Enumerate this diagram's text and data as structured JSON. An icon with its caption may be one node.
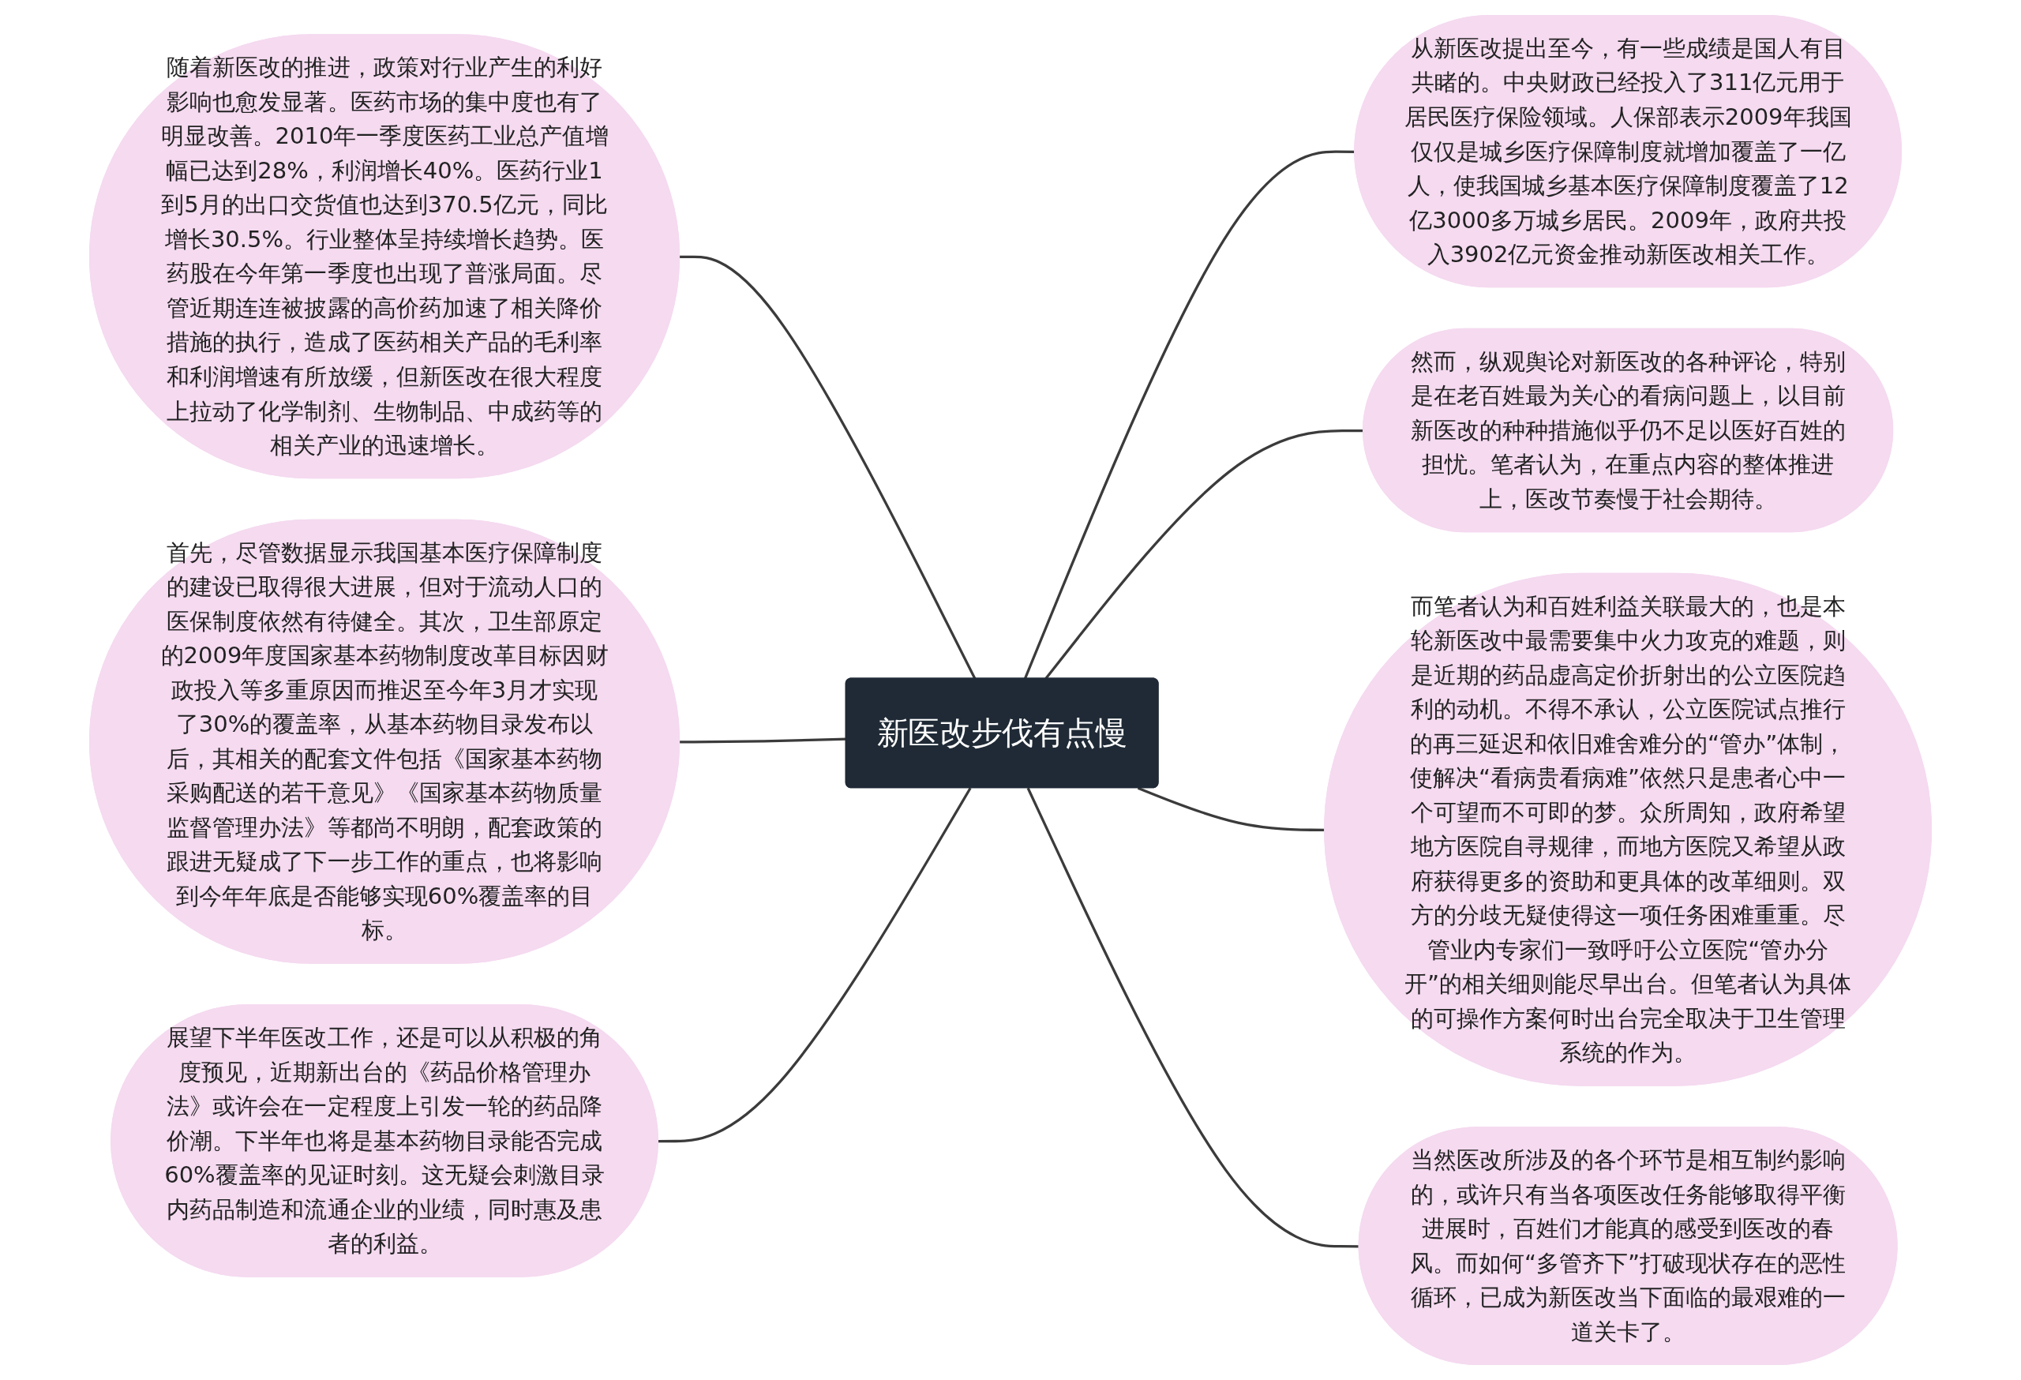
{
  "diagram": {
    "nodes": [
      {
        "text": [
          "新医改步伐有点慢"
        ]
      },
      {
        "text": [
          "随着新医改的推进，政策对行业产生的利好影响也愈发显著。医药市场的集中度也有了明显改善。2010年一季度医药工业总产值增幅已达到28%，利润增长40%。医药行业1到5月的出口交货值也达到370.5亿元，同比增长30.5%。行业整体呈持续增长趋势。医药股在今年第一季度也出现了普涨局面。尽管近期连连被披露的高价药加速了相关降价措施的执行，造成了医药相关产品的毛利率和利润增速有所放缓，但新医改在很大程度上拉动了化学制剂、生物制品、中成药等的相关产业的迅速增长。"
        ]
      },
      {
        "text": [
          "首先，尽管数据显示我国基本医疗保障制度的建设已取得很大进展，但对于流动人口的医保制度依然有待健全。其次，卫生部原定的2009年度国家基本药物制度改革目标因财政投入等多重原因而推迟至今年3月才实现了30%的覆盖率，从基本药物目录发布以后，其相关的配套文件包括《国家基本药物采购配送的若干意见》《国家基本药物质量监督管理办法》等都尚不明朗，配套政策的跟进无疑成了下一步工作的重点，也将影响到今年年底是否能够实现60%覆盖率的目标。"
        ]
      },
      {
        "text": [
          "展望下半年医改工作，还是可以从积极的角度预见，近期新出台的《药品价格管理办法》或许会在一定程度上引发一轮的药品降价潮。下半年也将是基本药物目录能否完成60%覆盖率的见证时刻。这无疑会刺激目录内药品制造和流通企业的业绩，同时惠及患者的利益。"
        ]
      },
      {
        "text": [
          "从新医改提出至今，有一些成绩是国人有目共睹的。中央财政已经投入了311亿元用于居民医疗保险领域。人保部表示2009年我国仅仅是城乡医疗保障制度就增加覆盖了一亿人，使我国城乡基本医疗保障制度覆盖了12亿3000多万城乡居民。2009年，政府共投入3902亿元资金推动新医改相关工作。"
        ]
      },
      {
        "text": [
          "然而，纵观舆论对新医改的各种评论，特别是在老百姓最为关心的看病问题上，以目前新医改的种种措施似乎仍不足以医好百姓的担忧。笔者认为，在重点内容的整体推进上，医改节奏慢于社会期待。"
        ]
      },
      {
        "text": [
          "而笔者认为和百姓利益关联最大的，也是本轮新医改中最需要集中火力攻克的难题，则是近期的药品虚高定价折射出的公立医院趋利的动机。不得不承认，公立医院试点推行的再三延迟和依旧难舍难分的“管办”体制，使解决“看病贵看病难”依然只是患者心中一个可望而不可即的梦。众所周知，政府希望地方医院自寻规律，而地方医院又希望从政府获得更多的资助和更具体的改革细则。双方的分歧无疑使得这一项任务困难重重。尽管业内专家们一致呼吁公立医院“管办分开”的相关细则能尽早出台。但笔者认为具体的可操作方案何时出台完全取决于卫生管理系统的作为。"
        ]
      },
      {
        "text": [
          "当然医改所涉及的各个环节是相互制约影响的，或许只有当各项医改任务能够取得平衡进展时，百姓们才能真的感受到医改的春风。而如何“多管齐下”打破现状存在的恶性循环，已成为新医改当下面临的最艰难的一道关卡了。"
        ]
      }
    ],
    "edges": [
      {
        "from": 0,
        "to": 1,
        "arrow": "none"
      },
      {
        "from": 0,
        "to": 2,
        "arrow": "none"
      },
      {
        "from": 0,
        "to": 3,
        "arrow": "none"
      },
      {
        "from": 0,
        "to": 4,
        "arrow": "none"
      },
      {
        "from": 0,
        "to": 5,
        "arrow": "none"
      },
      {
        "from": 0,
        "to": 6,
        "arrow": "none"
      },
      {
        "from": 0,
        "to": 7,
        "arrow": "none"
      }
    ]
  }
}
